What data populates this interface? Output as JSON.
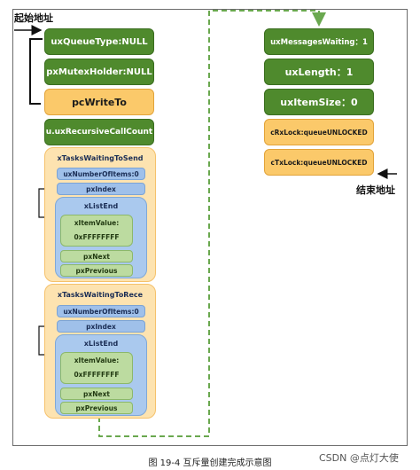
{
  "start_label": "起始地址",
  "end_label": "结束地址",
  "queue_fields": {
    "queue_type": "uxQueueType:NULL",
    "mutex_holder": "pxMutexHolder:NULL",
    "write_to": "pcWriteTo",
    "recursive_count": "u.uxRecursiveCallCount"
  },
  "send_list": {
    "title": "xTasksWaitingToSend",
    "num_items": "uxNumberOfItems:0",
    "px_index": "pxIndex",
    "list_end": "xListEnd",
    "item_value": "xItemValue:",
    "item_value_hex": "0xFFFFFFFF",
    "px_next": "pxNext",
    "px_previous": "pxPrevious"
  },
  "recv_list": {
    "title": "xTasksWaitingToRece",
    "num_items": "uxNumberOfItems:0",
    "px_index": "pxIndex",
    "list_end": "xListEnd",
    "item_value": "xItemValue:",
    "item_value_hex": "0xFFFFFFFF",
    "px_next": "pxNext",
    "px_previous": "pxPrevious"
  },
  "right_fields": {
    "messages_waiting": "uxMessagesWaiting：1",
    "length": "uxLength：1",
    "item_size": "uxItemSize：0",
    "rx_lock": "cRxLock:queueUNLOCKED",
    "tx_lock": "cTxLock:queueUNLOCKED"
  },
  "caption": "图 19-4 互斥量创建完成示意图",
  "watermark": "CSDN @点灯大使",
  "colors": {
    "green": "#4f8a2d",
    "orange": "#fbc96a",
    "light_orange": "#fde3b0",
    "blue": "#aac9ee",
    "light_green": "#bcdba0",
    "dashed_link": "#6aa84f"
  }
}
